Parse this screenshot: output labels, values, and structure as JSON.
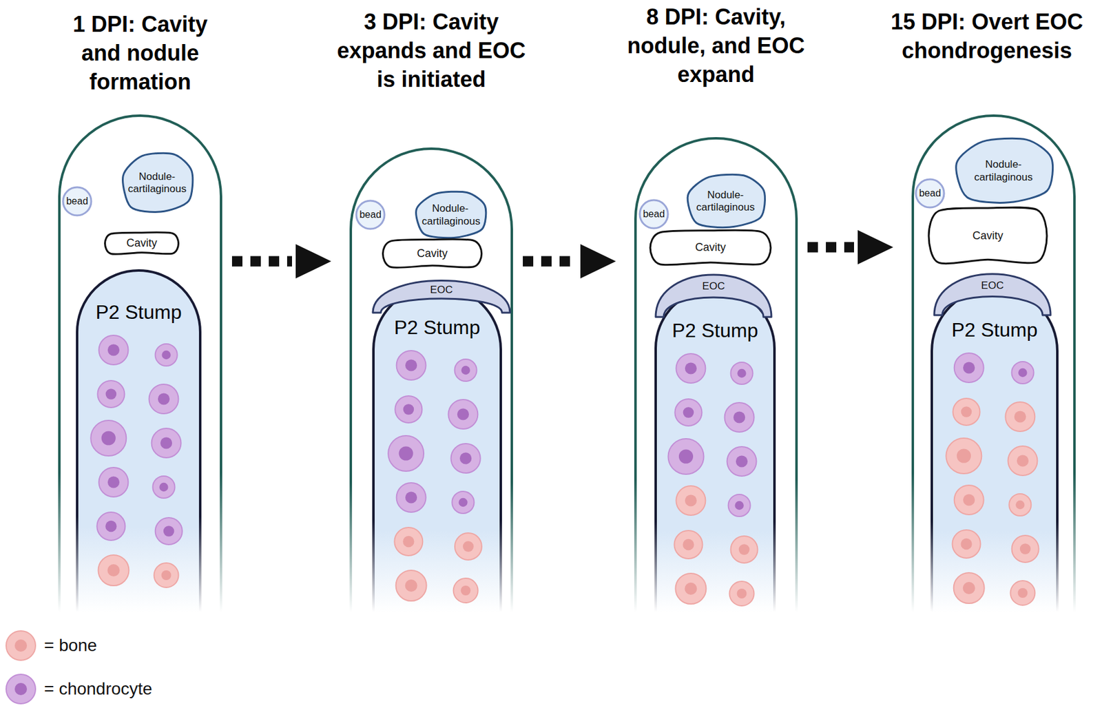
{
  "diagram": {
    "nodes": [
      {
        "text": [
          "1 DPI: Cavity and nodule formation"
        ]
      },
      {
        "text": [
          "bead"
        ],
        "in": 0
      },
      {
        "text": [
          "Nodule- cartilaginous"
        ],
        "in": 0
      },
      {
        "text": [
          "Cavity"
        ],
        "in": 0
      },
      {
        "text": [
          "P2 Stump"
        ],
        "in": 0
      },
      {
        "text": [
          "3 DPI: Cavity expands and EOC is initiated"
        ]
      },
      {
        "text": [
          "bead"
        ],
        "in": 5
      },
      {
        "text": [
          "Nodule- cartilaginous"
        ],
        "in": 5
      },
      {
        "text": [
          "Cavity"
        ],
        "in": 5
      },
      {
        "text": [
          "EOC"
        ],
        "in": 5
      },
      {
        "text": [
          "P2 Stump"
        ],
        "in": 5
      },
      {
        "text": [
          "8 DPI: Cavity, nodule, and EOC expand"
        ]
      },
      {
        "text": [
          "bead"
        ],
        "in": 11
      },
      {
        "text": [
          "Nodule- cartilaginous"
        ],
        "in": 11
      },
      {
        "text": [
          "Cavity"
        ],
        "in": 11
      },
      {
        "text": [
          "EOC"
        ],
        "in": 11
      },
      {
        "text": [
          "P2 Stump"
        ],
        "in": 11
      },
      {
        "text": [
          "15 DPI: Overt EOC chondrogenesis"
        ]
      },
      {
        "text": [
          "bead"
        ],
        "in": 17
      },
      {
        "text": [
          "Nodule- cartilaginous"
        ],
        "in": 17
      },
      {
        "text": [
          "Cavity"
        ],
        "in": 17
      },
      {
        "text": [
          "EOC"
        ],
        "in": 17
      },
      {
        "text": [
          "P2 Stump"
        ],
        "in": 17
      }
    ],
    "edges": [
      {
        "from": 0,
        "to": 5,
        "arrow": "to"
      },
      {
        "from": 5,
        "to": 11,
        "arrow": "to"
      },
      {
        "from": 11,
        "to": 17,
        "arrow": "to"
      }
    ],
    "legend": [
      {
        "text": "= bone",
        "color": "#f6c4c2"
      },
      {
        "text": "= chondrocyte",
        "color": "#d6b1e3"
      }
    ]
  }
}
